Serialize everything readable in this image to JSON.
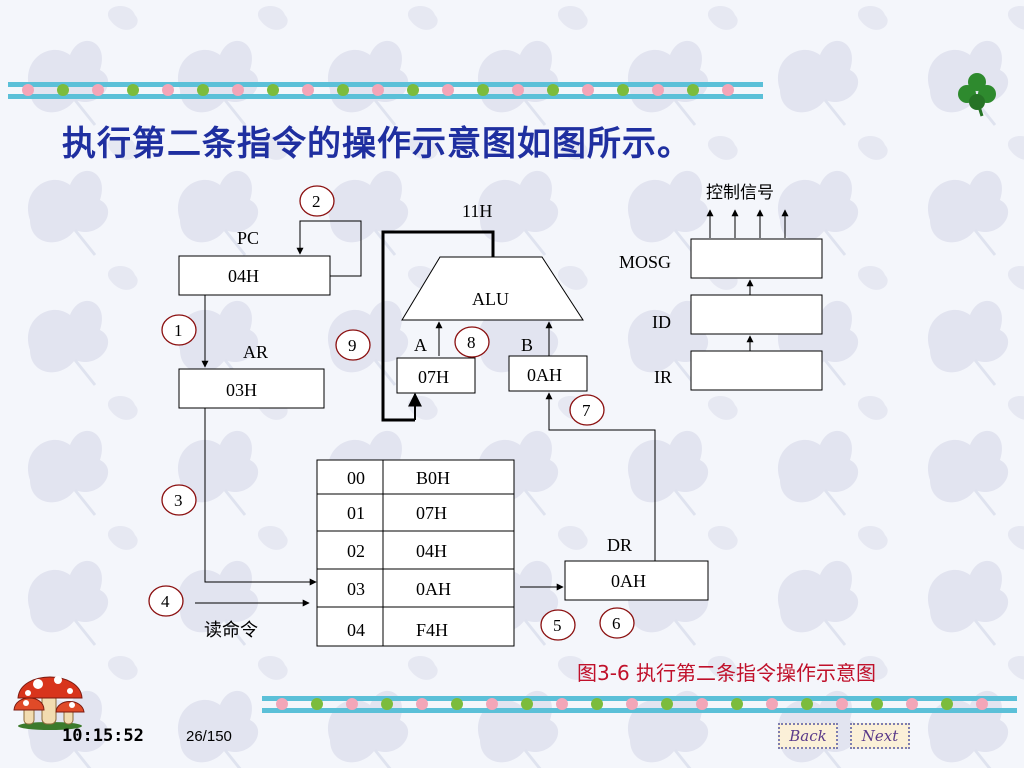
{
  "slide": {
    "title": "执行第二条指令的操作示意图如图所示。",
    "caption": "图3-6 执行第二条指令操作示意图",
    "clock": "10:15:52",
    "page_counter": "26/150"
  },
  "nav": {
    "back_label": "Back",
    "next_label": "Next"
  },
  "diagram": {
    "registers": {
      "pc": {
        "label": "PC",
        "value": "04H"
      },
      "ar": {
        "label": "AR",
        "value": "03H"
      },
      "dr": {
        "label": "DR",
        "value": "0AH"
      },
      "reg_a": {
        "label": "A",
        "value": "07H"
      },
      "reg_b": {
        "label": "B",
        "value": "0AH"
      }
    },
    "alu": {
      "label": "ALU",
      "result": "11H"
    },
    "control": {
      "signals_label": "控制信号",
      "mosg": "MOSG",
      "id": "ID",
      "ir": "IR"
    },
    "read_command": "读命令",
    "memory": [
      {
        "addr": "00",
        "value": "B0H"
      },
      {
        "addr": "01",
        "value": "07H"
      },
      {
        "addr": "02",
        "value": "04H"
      },
      {
        "addr": "03",
        "value": "0AH"
      },
      {
        "addr": "04",
        "value": "F4H"
      }
    ],
    "steps": [
      "1",
      "2",
      "3",
      "4",
      "5",
      "6",
      "7",
      "8",
      "9"
    ]
  },
  "colors": {
    "title": "#1f2fa0",
    "caption": "#c0102a",
    "step_circle": "#8b1010",
    "stripe": "#5bc0d8"
  }
}
